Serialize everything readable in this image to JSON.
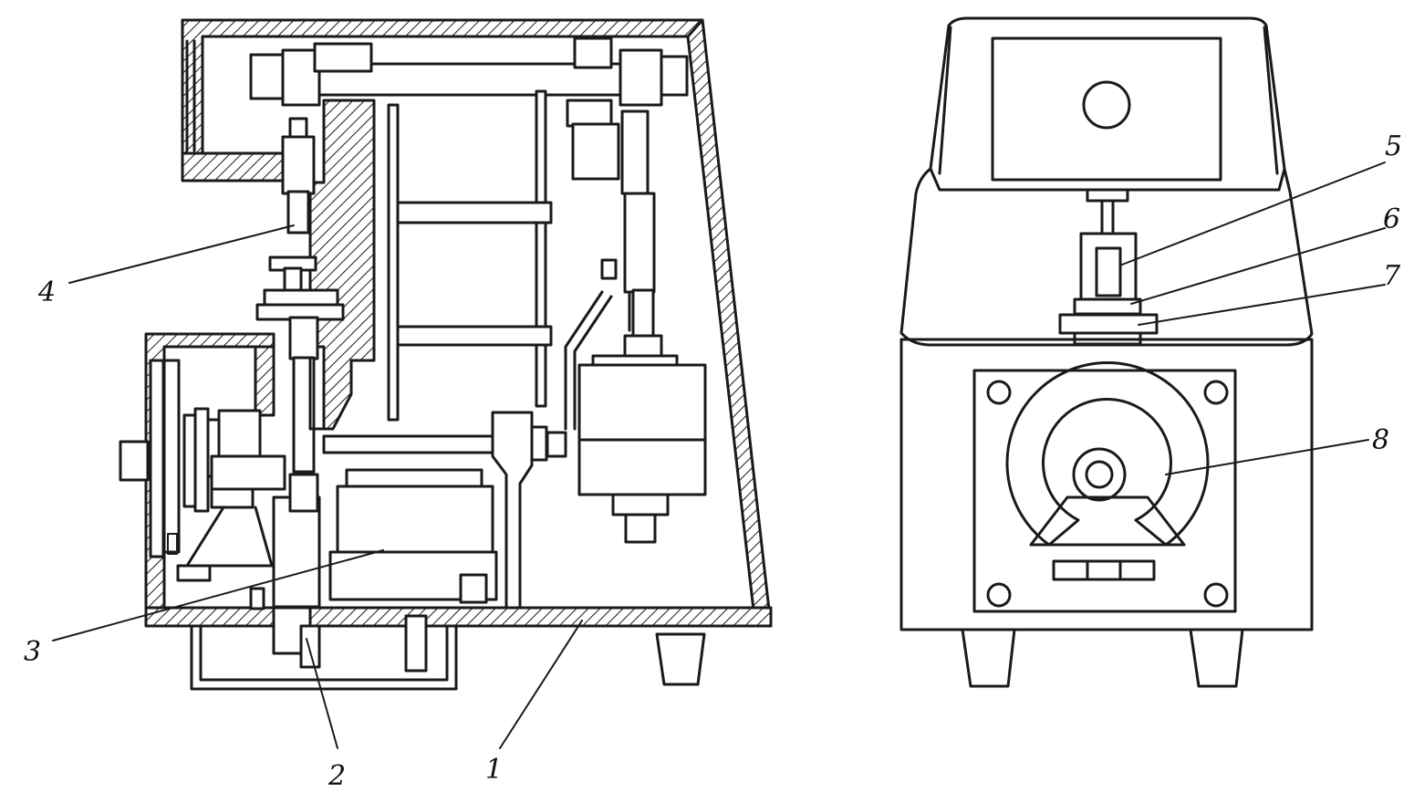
{
  "figure": {
    "callouts": [
      {
        "id": "1",
        "text": "1"
      },
      {
        "id": "2",
        "text": "2"
      },
      {
        "id": "3",
        "text": "3"
      },
      {
        "id": "4",
        "text": "4"
      },
      {
        "id": "5",
        "text": "5"
      },
      {
        "id": "6",
        "text": "6"
      },
      {
        "id": "7",
        "text": "7"
      },
      {
        "id": "8",
        "text": "8"
      }
    ]
  }
}
